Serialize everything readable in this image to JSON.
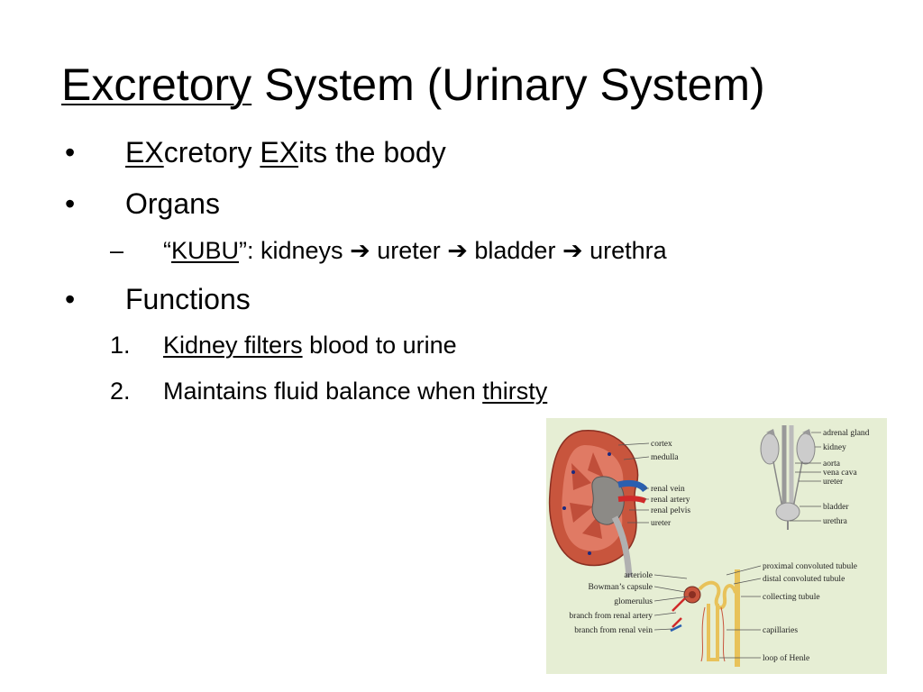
{
  "slide": {
    "title": {
      "part1": "Excretory",
      "part2": " System (Urinary System)"
    },
    "bullets": {
      "b1": {
        "marker": "•",
        "s1": "EX",
        "s2": "cretory ",
        "s3": "EX",
        "s4": "its the body"
      },
      "b2": {
        "marker": "•",
        "text": "Organs"
      },
      "b2_sub": {
        "marker": "–",
        "s1": "“",
        "s2": "KUBU",
        "s3": "”:  kidneys ",
        "a1": "➔",
        "s4": " ureter ",
        "a2": "➔",
        "s5": " bladder ",
        "a3": "➔",
        "s6": " urethra"
      },
      "b3": {
        "marker": "•",
        "text": "Functions"
      },
      "f1": {
        "marker": "1.",
        "s1": "Kidney filters",
        "s2": " blood to urine"
      },
      "f2": {
        "marker": "2.",
        "s1": "Maintains fluid balance when ",
        "s2": "thirsty"
      }
    }
  },
  "figure": {
    "kidney_labels": [
      "cortex",
      "medulla",
      "renal vein",
      "renal artery",
      "renal pelvis",
      "ureter"
    ],
    "system_labels": [
      "adrenal gland",
      "kidney",
      "aorta",
      "vena cava",
      "ureter",
      "bladder",
      "urethra"
    ],
    "nephron_left_labels": [
      "arteriole",
      "Bowman’s capsule",
      "glomerulus",
      "branch from renal artery",
      "branch from renal vein"
    ],
    "nephron_right_labels": [
      "proximal convoluted tubule",
      "distal convoluted tubule",
      "collecting tubule",
      "capillaries",
      "loop of Henle"
    ],
    "colors": {
      "background": "#e6eed4",
      "cortex": "#c8553d",
      "medulla": "#e07a64",
      "vein": "#2a5fb0",
      "artery": "#d02a2a",
      "tubule": "#e8c25a"
    }
  }
}
